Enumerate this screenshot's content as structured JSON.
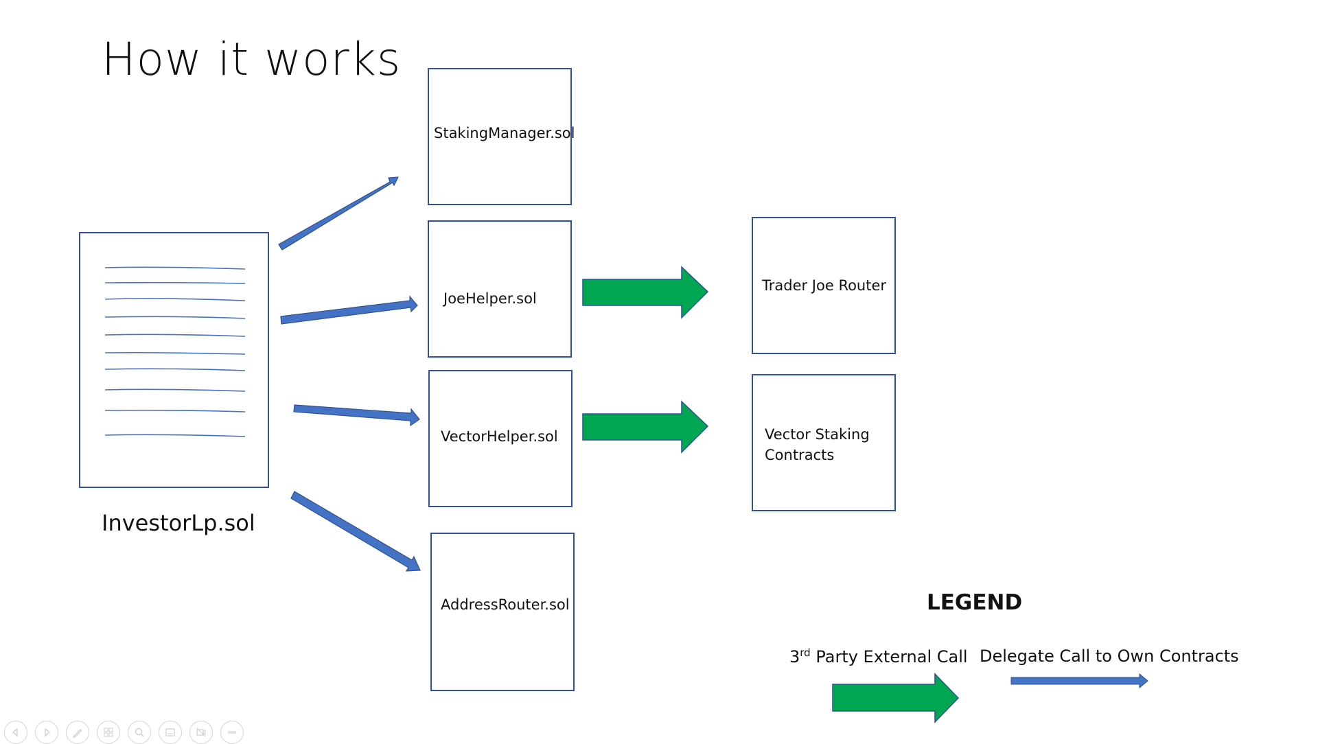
{
  "slide": {
    "title": "How it works"
  },
  "investor": {
    "label": "InvestorLp.sol"
  },
  "boxes": {
    "staking_manager": "StakingManager.sol",
    "joe_helper": "JoeHelper.sol",
    "vector_helper": "VectorHelper.sol",
    "address_router": "AddressRouter.sol",
    "trader_joe_router": "Trader Joe Router",
    "vector_staking_line1": "Vector Staking",
    "vector_staking_line2": "Contracts"
  },
  "legend": {
    "title": "LEGEND",
    "external_prefix": "3",
    "external_sup": "rd",
    "external_rest": " Party External Call",
    "delegate": "Delegate Call to Own Contracts"
  },
  "colors": {
    "box_border": "#2F4F9F",
    "delegate_arrow": "#4472C4",
    "external_arrow": "#00A651"
  },
  "toolbar": {
    "icons": [
      "previous-icon",
      "next-icon",
      "pen-icon",
      "slides-grid-icon",
      "zoom-icon",
      "subtitles-icon",
      "camera-off-icon",
      "more-icon"
    ]
  }
}
